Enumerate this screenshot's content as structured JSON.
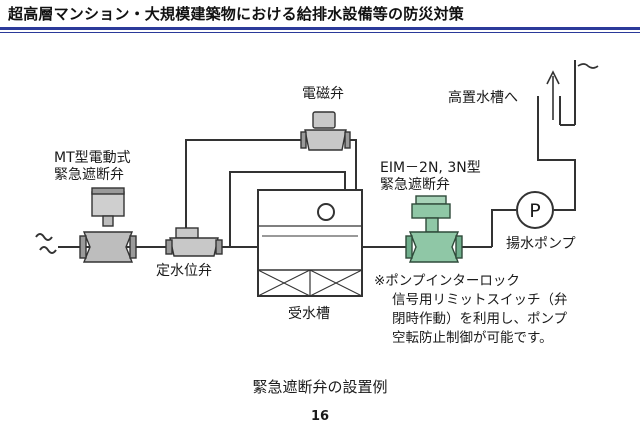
{
  "header": {
    "title": "超高層マンション・大規模建築物における給排水設備等の防災対策"
  },
  "diagram": {
    "labels": {
      "mt_valve": [
        "MT型電動式",
        "緊急遮断弁"
      ],
      "solenoid": "電磁弁",
      "to_tank": "高置水槽へ",
      "eim_valve": [
        "EIM－2N, 3N型",
        "緊急遮断弁"
      ],
      "float_valve": "定水位弁",
      "receiving_tank": "受水槽",
      "pump": "揚水ポンプ",
      "pump_symbol": "P",
      "note": [
        "※ポンプインターロック",
        "信号用リミットスイッチ（弁",
        "閉時作動）を利用し、ポンプ",
        "空転防止制御が可能です。"
      ]
    }
  },
  "caption": "緊急遮断弁の設置例",
  "page_number": "16"
}
